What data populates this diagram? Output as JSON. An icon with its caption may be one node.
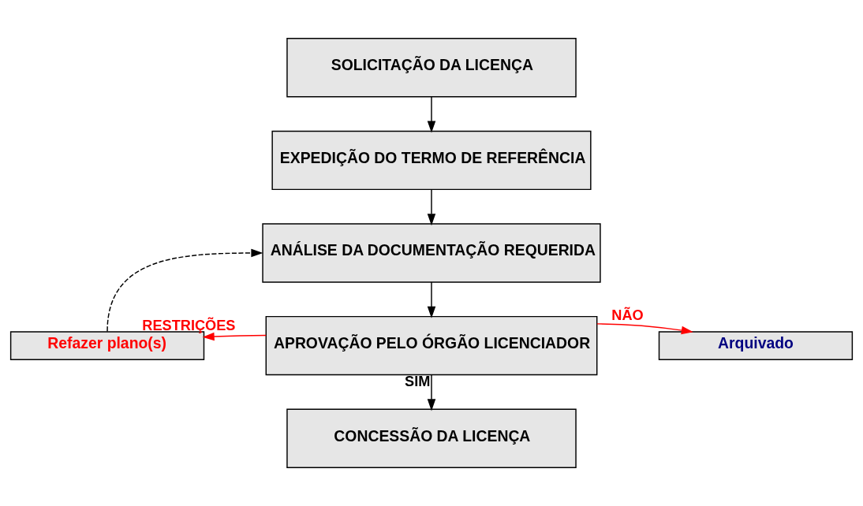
{
  "diagram": {
    "nodes": [
      {
        "text": [
          "SOLICITAÇÃO DA LICENÇA"
        ]
      },
      {
        "text": [
          "EXPEDIÇÃO DO TERMO DE REFERÊNCIA"
        ]
      },
      {
        "text": [
          "ANÁLISE DA DOCUMENTAÇÃO REQUERIDA"
        ]
      },
      {
        "text": [
          "APROVAÇÃO PELO ÓRGÃO LICENCIADOR"
        ]
      },
      {
        "text": [
          "Refazer plano(s)"
        ]
      },
      {
        "text": [
          "Arquivado"
        ]
      },
      {
        "text": [
          "CONCESSÃO DA LICENÇA"
        ]
      }
    ],
    "edges": [
      {
        "from": 0,
        "to": 1,
        "arrow": "to"
      },
      {
        "from": 1,
        "to": 2,
        "arrow": "to"
      },
      {
        "from": 2,
        "to": 3,
        "arrow": "to"
      },
      {
        "from": 3,
        "to": 4,
        "arrow": "to",
        "label": "RESTRIÇÕES",
        "color": "#ff0000"
      },
      {
        "from": 3,
        "to": 5,
        "arrow": "to",
        "label": "NÃO",
        "color": "#ff0000"
      },
      {
        "from": 3,
        "to": 6,
        "arrow": "to",
        "label": "SIM"
      },
      {
        "from": 4,
        "to": 2,
        "arrow": "to",
        "style": "dashed"
      }
    ]
  }
}
